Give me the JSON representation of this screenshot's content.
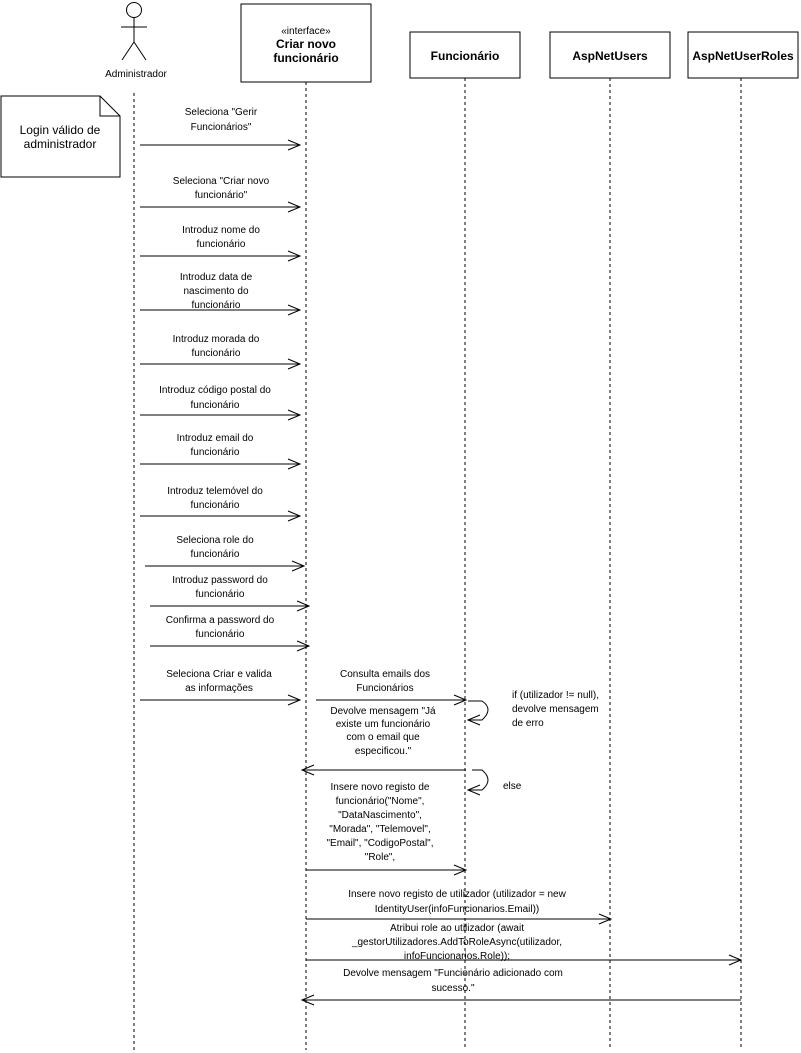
{
  "actor": {
    "name": "Administrador"
  },
  "lifelines": {
    "interface": {
      "stereotype": "«interface»",
      "name_lines": [
        "Criar novo",
        "funcionário"
      ]
    },
    "funcionario": {
      "name": "Funcionário"
    },
    "aspnetusers": {
      "name": "AspNetUsers"
    },
    "aspnetuserroles": {
      "name": "AspNetUserRoles"
    }
  },
  "note": {
    "lines": [
      "Login válido de",
      "administrador"
    ]
  },
  "messages": [
    {
      "lines": [
        "Seleciona \"Gerir",
        "Funcionários\""
      ]
    },
    {
      "lines": [
        "Seleciona \"Criar novo",
        "funcionário\""
      ]
    },
    {
      "lines": [
        "Introduz nome do",
        "funcionário"
      ]
    },
    {
      "lines": [
        "Introduz data de",
        "nascimento do",
        "funcionário"
      ]
    },
    {
      "lines": [
        "Introduz morada do",
        "funcionário"
      ]
    },
    {
      "lines": [
        "Introduz código postal do",
        "funcionário"
      ]
    },
    {
      "lines": [
        "Introduz email do",
        "funcionário"
      ]
    },
    {
      "lines": [
        "Introduz telemóvel do",
        "funcionário"
      ]
    },
    {
      "lines": [
        "Seleciona role do",
        "funcionário"
      ]
    },
    {
      "lines": [
        "Introduz password do",
        "funcionário"
      ]
    },
    {
      "lines": [
        "Confirma a password do",
        "funcionário"
      ]
    },
    {
      "lines": [
        "Seleciona Criar e valida",
        "as informações"
      ]
    },
    {
      "lines": [
        "Consulta emails dos",
        "Funcionários"
      ]
    },
    {
      "lines": [
        "if (utilizador != null),",
        "devolve mensagem",
        "de erro"
      ]
    },
    {
      "lines": [
        "Devolve mensagem \"Já",
        "existe um funcionário",
        "com o email que",
        "especificou.\""
      ]
    },
    {
      "lines": [
        "else"
      ]
    },
    {
      "lines": [
        "Insere novo registo de",
        "funcionário(\"Nome\",",
        "\"DataNascimento\",",
        "\"Morada\", \"Telemovel\",",
        "\"Email\", \"CodigoPostal\",",
        "\"Role\","
      ]
    },
    {
      "lines": [
        "Insere novo registo de utilizador (utilizador = new",
        "IdentityUser(infoFuncionarios.Email))"
      ]
    },
    {
      "lines": [
        "Atribui role ao utilizador  (await",
        "_gestorUtilizadores.AddToRoleAsync(utilizador,",
        "infoFuncionarios.Role));"
      ]
    },
    {
      "lines": [
        "Devolve mensagem \"Funcionário adicionado com",
        "sucesso.\""
      ]
    }
  ]
}
